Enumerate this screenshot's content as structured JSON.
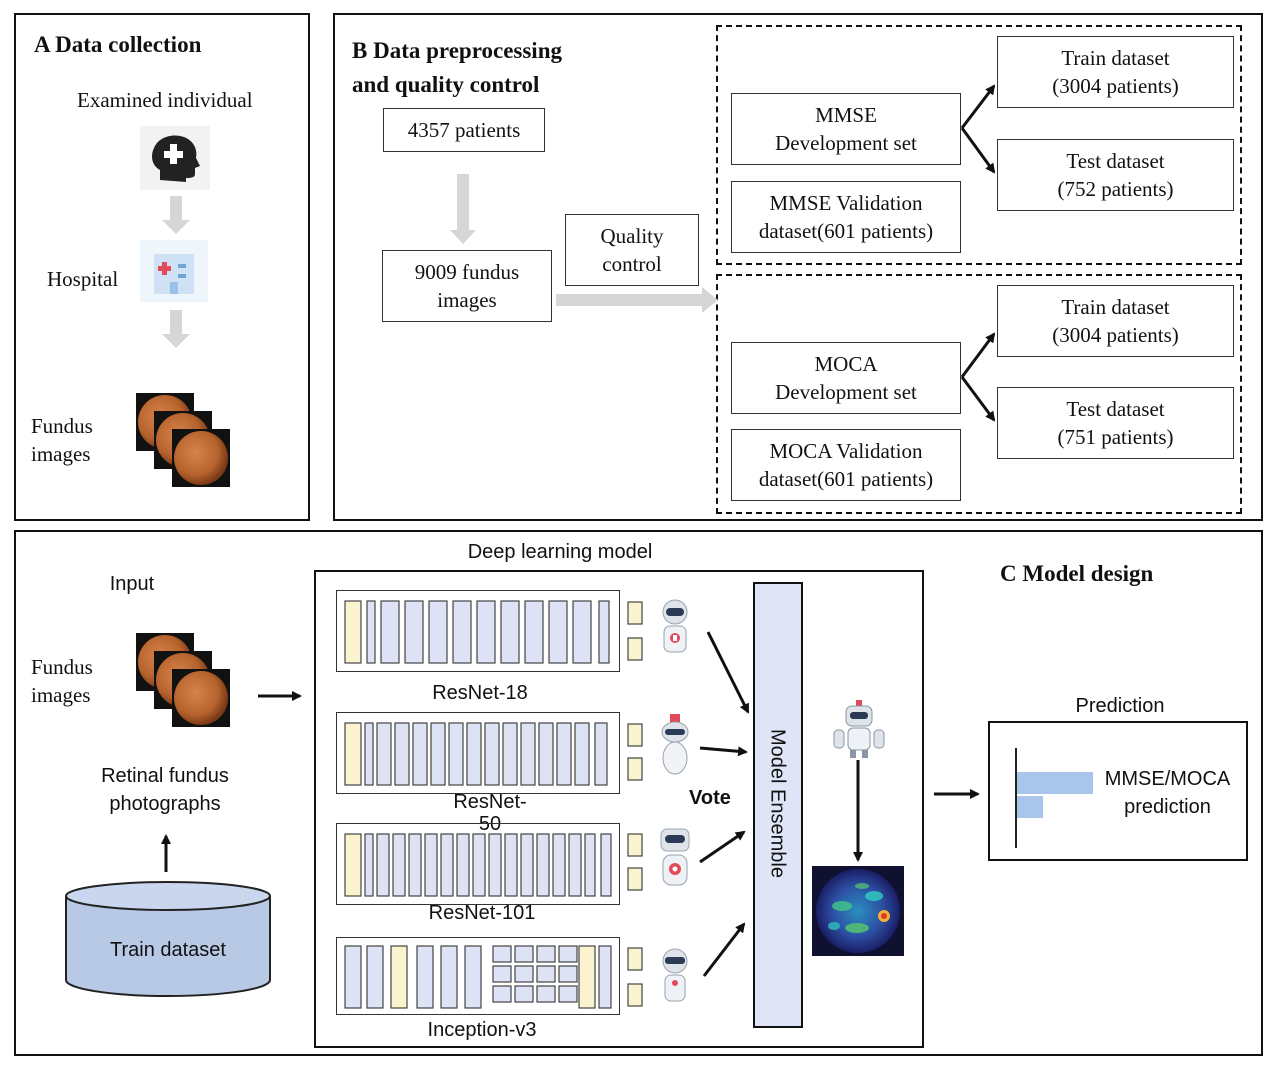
{
  "panel_a": {
    "title": "A  Data collection",
    "examined_label": "Examined individual",
    "hospital_label": "Hospital",
    "fundus_label": "Fundus\nimages"
  },
  "panel_b": {
    "title": "B  Data preprocessing\n    and quality control",
    "patients_box": "4357 patients",
    "images_box": "9009 fundus\nimages",
    "qc_box": "Quality\ncontrol",
    "mmse_dev": "MMSE\nDevelopment set",
    "mmse_val": "MMSE Validation\ndataset(601 patients)",
    "mmse_train": "Train dataset\n(3004 patients)",
    "mmse_test": "Test dataset\n(752 patients)",
    "moca_dev": "MOCA\nDevelopment set",
    "moca_val": "MOCA Validation\ndataset(601 patients)",
    "moca_train": "Train dataset\n(3004 patients)",
    "moca_test": "Test dataset\n(751 patients)"
  },
  "panel_c": {
    "title": "C  Model design",
    "deep_learning_title": "Deep learning model",
    "input_label": "Input",
    "fundus_label": "Fundus\nimages",
    "retinal_label": "Retinal fundus\nphotographs",
    "train_dataset": "Train dataset",
    "models": [
      "ResNet-18",
      "ResNet-\n50",
      "ResNet-101",
      "Inception-v3"
    ],
    "vote_label": "Vote",
    "ensemble_label": "Model Ensemble",
    "prediction_title": "Prediction",
    "prediction_text": "MMSE/MOCA\nprediction"
  },
  "colors": {
    "layer_blue": "#dde3f5",
    "layer_yellow": "#fbf3cf",
    "ensemble_fill": "#dfe5f6",
    "cylinder_fill": "#b8c9e6",
    "bar_fill": "#a9c6ea",
    "arrow_gray": "#d6d6d6",
    "fundus_orange": "#b5622d"
  },
  "icons": [
    "head-medical-icon",
    "hospital-icon",
    "fundus-image-stack",
    "robot-icon",
    "heatmap-image",
    "database-cylinder"
  ]
}
